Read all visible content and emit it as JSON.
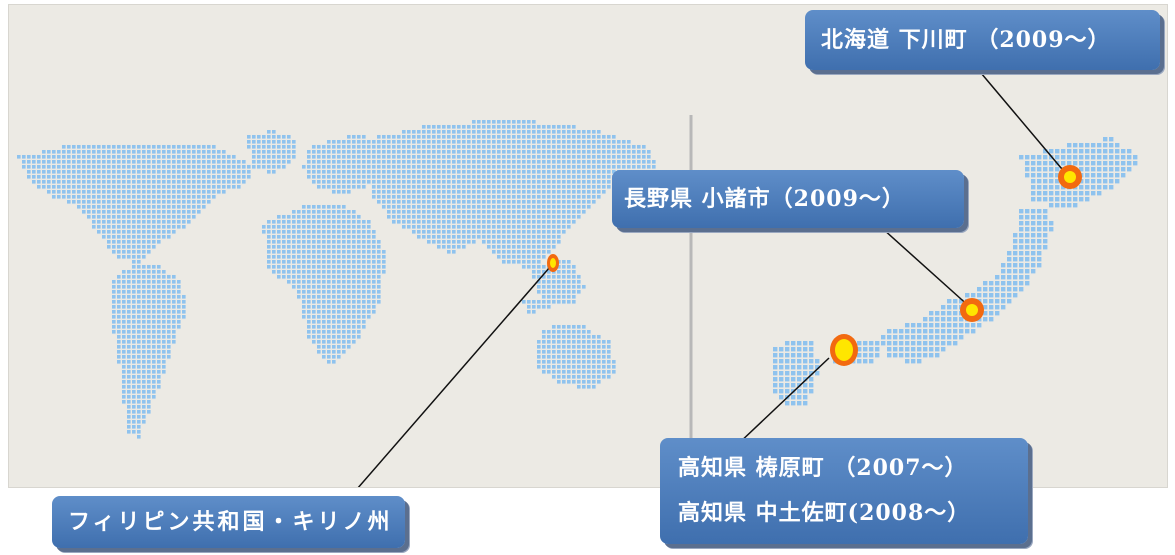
{
  "locations": [
    {
      "id": "hokkaido",
      "label": "北海道 下川町 （2009～）"
    },
    {
      "id": "nagano",
      "label": "長野県 小諸市（2009～）"
    },
    {
      "id": "kochi",
      "lines": [
        "高知県 梼原町 （2007～）",
        "高知県 中土佐町(2008～）"
      ]
    },
    {
      "id": "philippines",
      "label": "フィリピン共和国・キリノ州"
    }
  ],
  "colors": {
    "land_dot": "#8fc3ee",
    "marker_outer": "#f26a10",
    "marker_inner": "#ffe600",
    "callout_bg": "#4a7dbf",
    "panel_bg": "#eceae4"
  },
  "map": {
    "style": "dotted world map + dotted Japan map",
    "icon": "location-marker-icon"
  }
}
